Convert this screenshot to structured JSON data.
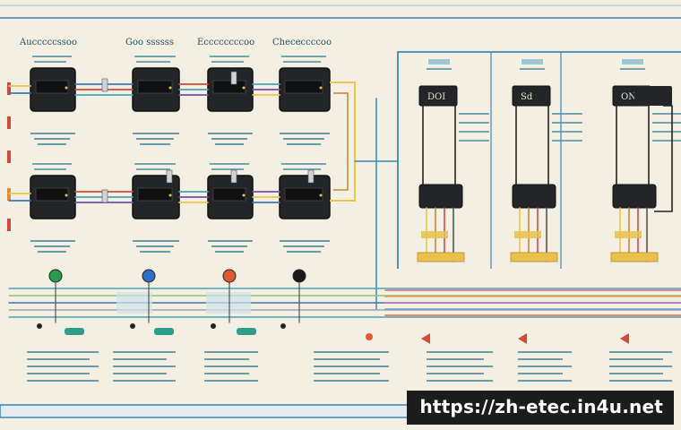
{
  "watermark": "https://zh-etec.in4u.net",
  "left_headers": [
    "Aucccccssoo",
    "Goo ssssss",
    "Eccccccccoo",
    "Chececcccoo"
  ],
  "right_relay_labels": [
    "DOI",
    "Sd",
    "ON"
  ],
  "colors": {
    "background": "#f3efe3",
    "module": "#232528",
    "wire_blue": "#3b77b5",
    "wire_teal": "#4aa4b8",
    "wire_yellow": "#e9c64a",
    "wire_red": "#d44a3a",
    "wire_gold": "#d9a03a",
    "knob_green": "#2a9d4c",
    "knob_blue": "#2f6fc4",
    "knob_red": "#e05a34",
    "knob_black": "#1a1a1a"
  }
}
